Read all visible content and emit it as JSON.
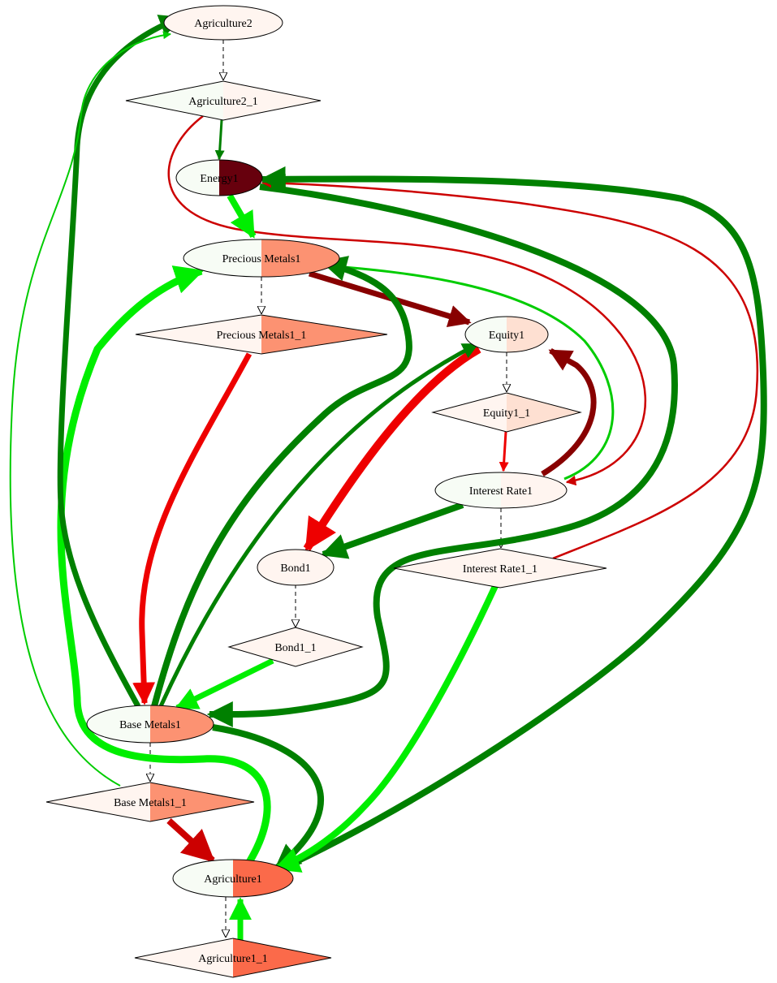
{
  "nodes": {
    "agriculture2": "Agriculture2",
    "agriculture2_1": "Agriculture2_1",
    "energy1": "Energy1",
    "precious_metals1": "Precious Metals1",
    "precious_metals1_1": "Precious Metals1_1",
    "equity1": "Equity1",
    "equity1_1": "Equity1_1",
    "interest_rate1": "Interest Rate1",
    "interest_rate1_1": "Interest Rate1_1",
    "bond1": "Bond1",
    "bond1_1": "Bond1_1",
    "base_metals1": "Base Metals1",
    "base_metals1_1": "Base Metals1_1",
    "agriculture1": "Agriculture1",
    "agriculture1_1": "Agriculture1_1"
  },
  "colors": {
    "node_left_fill": "#f7fcf5",
    "node_light_red": "#fff5f0",
    "salmon": "#fc9272",
    "salmon_light": "#fee0d2",
    "orange_red": "#fb6a4a",
    "dark_red_node": "#67000d",
    "edge_dark_green": "#008000",
    "edge_bright_green": "#00ee00",
    "edge_green": "#00cc00",
    "edge_red": "#ee0000",
    "edge_darker_red": "#cc0000",
    "edge_maroon": "#880000"
  }
}
